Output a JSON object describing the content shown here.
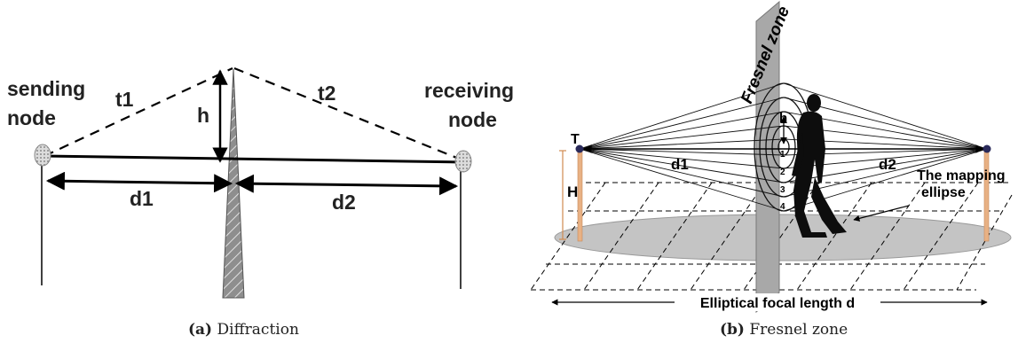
{
  "panel_a": {
    "sending_line1": "sending",
    "sending_line2": "node",
    "receiving_line1": "receiving",
    "receiving_line2": "node",
    "t1": "t1",
    "t2": "t2",
    "h": "h",
    "d1": "d1",
    "d2": "d2",
    "caption_letter": "(a)",
    "caption_text": " Diffraction"
  },
  "panel_b": {
    "fresnel_zone": "Fresnel zone",
    "T": "T",
    "H": "H",
    "h": "h",
    "d1": "d1",
    "d2": "d2",
    "mapping_line1": "The mapping",
    "mapping_line2": "ellipse",
    "focal_length": "Elliptical focal length d",
    "zone_numbers": [
      "1",
      "2",
      "3",
      "4"
    ],
    "caption_letter": "(b)",
    "caption_text": " Fresnel zone"
  }
}
